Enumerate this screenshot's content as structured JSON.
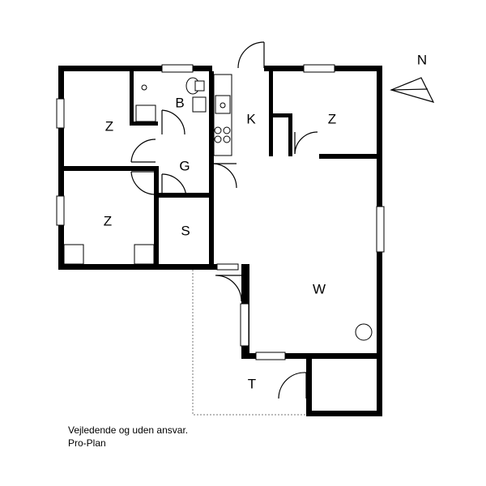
{
  "rooms": [
    {
      "key": "bedroom_nw",
      "label": "Z"
    },
    {
      "key": "bathroom",
      "label": "B"
    },
    {
      "key": "kitchen",
      "label": "K"
    },
    {
      "key": "bedroom_ne",
      "label": "Z"
    },
    {
      "key": "hall",
      "label": "G"
    },
    {
      "key": "bedroom_w",
      "label": "Z"
    },
    {
      "key": "storage",
      "label": "S"
    },
    {
      "key": "living",
      "label": "W"
    },
    {
      "key": "terrace",
      "label": "T"
    }
  ],
  "compass": {
    "label": "N"
  },
  "footer": {
    "disclaimer": "Vejledende og uden ansvar.",
    "credit": "Pro-Plan"
  }
}
